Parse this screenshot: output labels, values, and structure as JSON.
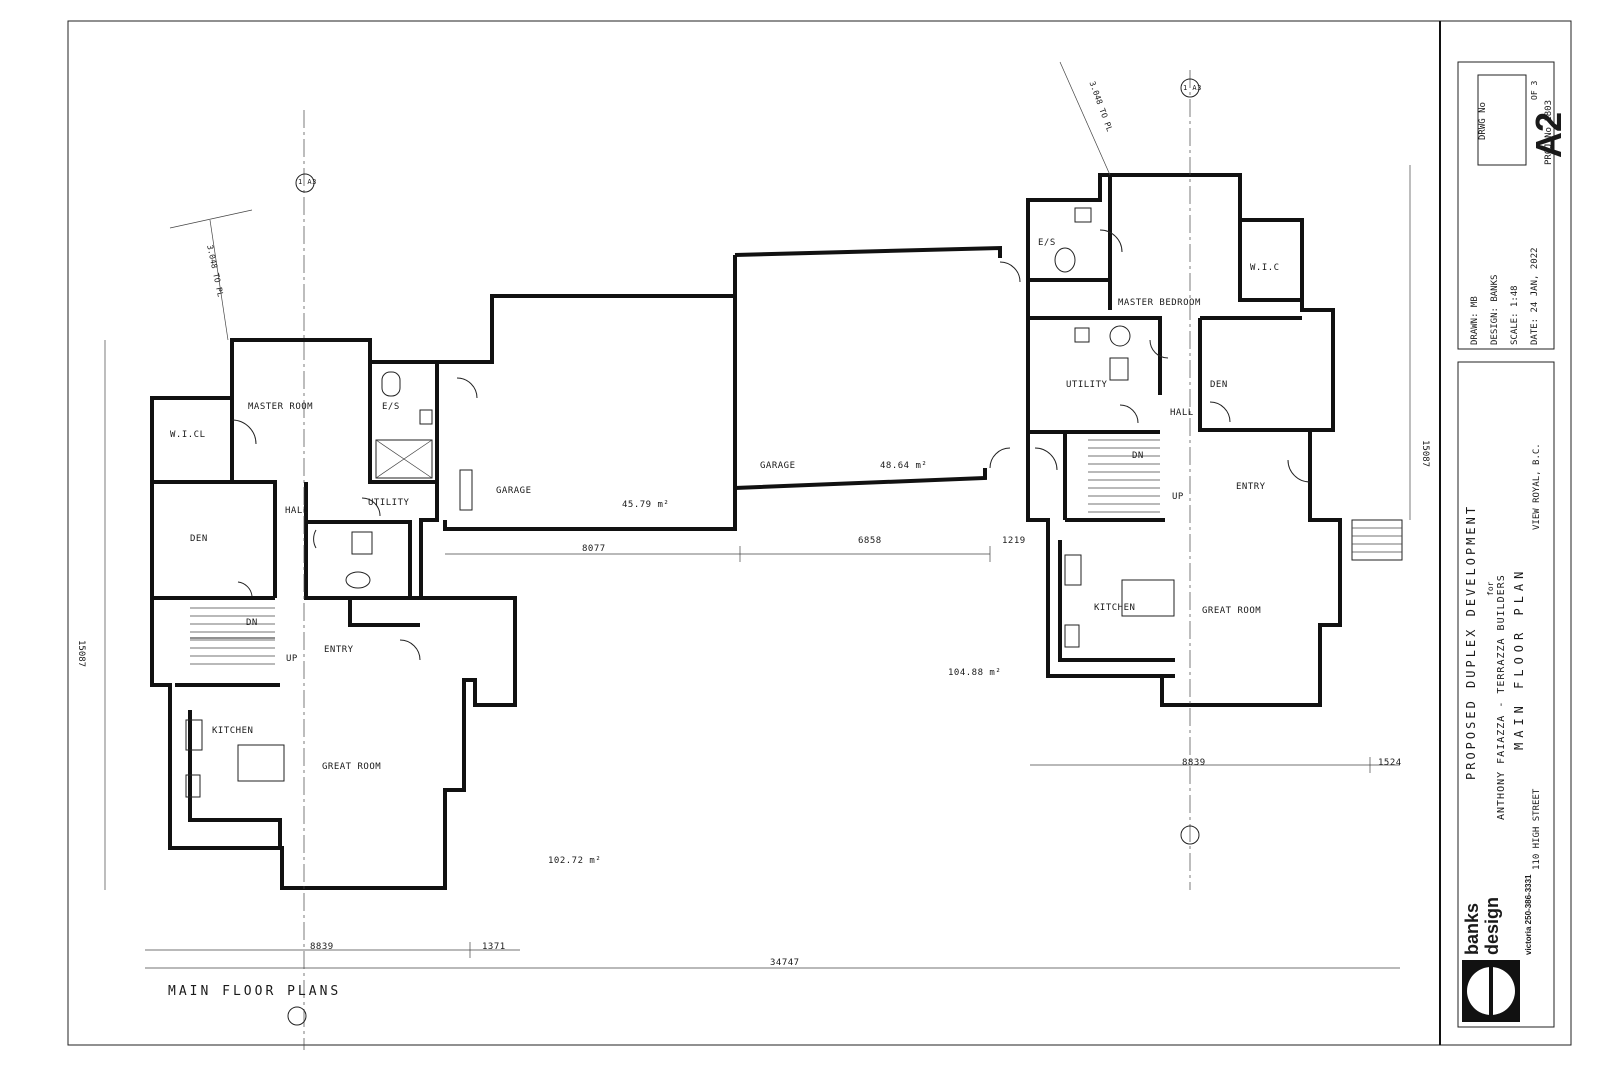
{
  "drawing_title": "MAIN FLOOR PLANS",
  "left_unit": {
    "rooms": {
      "master_room": "MASTER ROOM",
      "ensuite": "E/S",
      "wic": "W.I.CL",
      "den": "DEN",
      "hall": "HALL",
      "utility": "UTILITY",
      "entry": "ENTRY",
      "kitchen": "KITCHEN",
      "great_room": "GREAT ROOM",
      "dn": "DN",
      "up": "UP",
      "garage": "GARAGE",
      "garage_area": "45.79 m²"
    },
    "setback": "3.048 TO PL",
    "section_marker": "1 A3",
    "dims": {
      "width": "8839",
      "bump": "1371",
      "depth": "15087"
    }
  },
  "right_unit": {
    "rooms": {
      "master_bedroom": "MASTER BEDROOM",
      "ensuite": "E/S",
      "wic": "W.I.C",
      "utility": "UTILITY",
      "hall": "HALL",
      "den": "DEN",
      "entry": "ENTRY",
      "kitchen": "KITCHEN",
      "great_room": "GREAT ROOM",
      "dn": "DN",
      "up": "UP",
      "garage": "GARAGE",
      "garage_area": "48.64 m²"
    },
    "setback": "3.048 TO PL",
    "section_marker": "1 A3",
    "dims": {
      "width": "8839",
      "bump": "1524",
      "depth": "15087"
    }
  },
  "overall": {
    "dim_8077": "8077",
    "dim_6858": "6858",
    "dim_1219": "1219",
    "overall_width": "34747",
    "area_left": "102.72 m²",
    "area_right": "104.88 m²"
  },
  "title_block": {
    "dwg_no_label": "DRWG No",
    "sheet": "A2",
    "of": "OF 3",
    "proj_no": "PROJ No 1803",
    "drawn": "DRAWN: MB",
    "design": "DESIGN: BANKS",
    "scale": "SCALE: 1:48",
    "date": "DATE: 24 JAN, 2022",
    "project": "PROPOSED DUPLEX DEVELOPMENT",
    "for": "for",
    "client": "ANTHONY FAIAZZA - TERRAZZA BUILDERS",
    "sheet_title": "MAIN FLOOR PLAN",
    "address": "110 HIGH STREET",
    "city": "VIEW ROYAL, B.C.",
    "firm_line1": "banks",
    "firm_line2": "design",
    "phone": "victoria 250-386-3331"
  }
}
